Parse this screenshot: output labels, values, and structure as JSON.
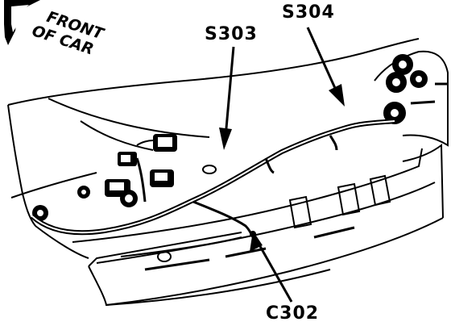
{
  "direction_label": {
    "line1": "FRONT",
    "line2": "OF CAR",
    "icon": "arrow-icon"
  },
  "callouts": [
    {
      "id": "s303",
      "label": "S303"
    },
    {
      "id": "s304",
      "label": "S304"
    },
    {
      "id": "c302",
      "label": "C302"
    }
  ],
  "colors": {
    "ink": "#000000",
    "paper": "#ffffff"
  }
}
